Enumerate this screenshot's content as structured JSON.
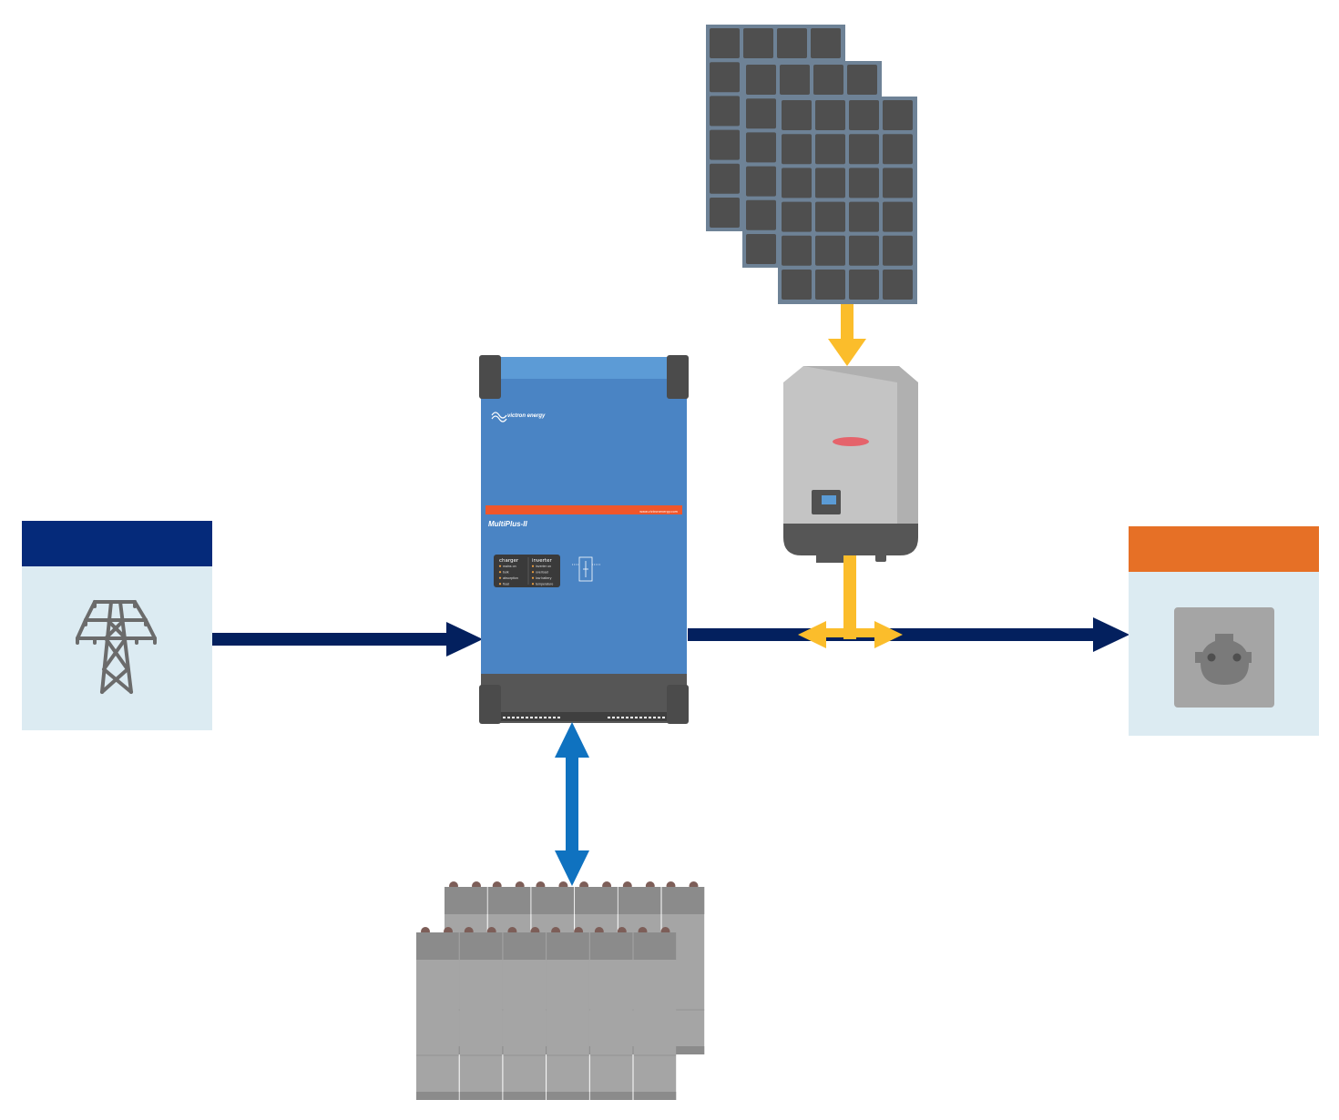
{
  "inverter": {
    "brand": "victron energy",
    "model": "MultiPlus-II",
    "website": "www.victronenergy.com",
    "charger_heading": "charger",
    "inverter_heading": "inverter",
    "charger_leds": [
      "mains on",
      "bulk",
      "absorption",
      "float"
    ],
    "inverter_leds": [
      "inverter on",
      "overload",
      "low battery",
      "temperature"
    ]
  },
  "colors": {
    "grid_header": "#052a7a",
    "load_header": "#e67026",
    "panel_bg": "#dcebf2",
    "ac_flow": "#03205e",
    "pv_flow": "#fbbd2b",
    "dc_flow": "#0f72c0",
    "inverter_body": "#4a84c4",
    "inverter_top": "#5c9bd6",
    "inverter_stripe": "#f0562b",
    "pv_cell": "#4f4f4f",
    "pv_frame": "#6e8296",
    "battery": "#a5a5a5",
    "battery_terminal": "#7d5e58"
  },
  "icons": {
    "grid": "power-pylon-icon",
    "load": "wall-socket-icon",
    "pv": "solar-panel-icon",
    "pv_inverter": "pv-inverter-icon",
    "battery": "battery-bank-icon"
  }
}
